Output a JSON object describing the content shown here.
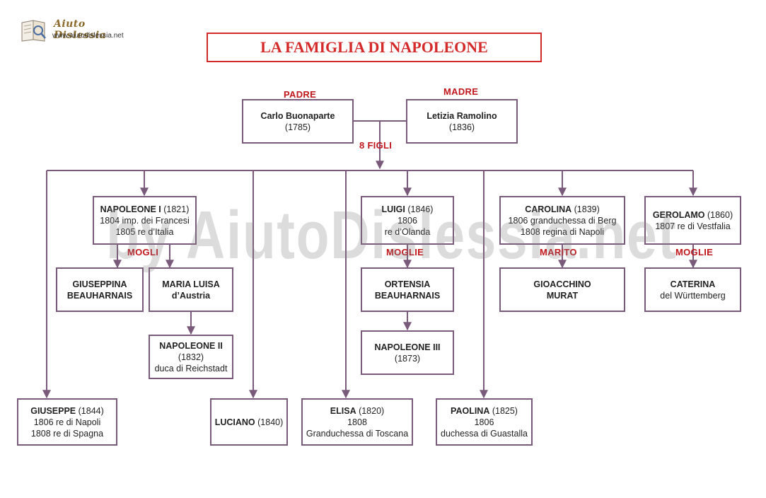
{
  "logo": {
    "name": "Aiuto Dislessia",
    "url": "www.aiutodislessia.net"
  },
  "title": "LA FAMIGLIA DI NAPOLEONE",
  "watermark": "by AiutoDislessia.net",
  "relations": {
    "padre": "PADRE",
    "madre": "MADRE",
    "figli": "8 FIGLI",
    "mogli": "MOGLI",
    "moglie_luigi": "MOGLIE",
    "marito": "MARITO",
    "moglie_gerolamo": "MOGLIE"
  },
  "people": {
    "carlo": {
      "name": "Carlo Buonaparte",
      "year": "(1785)"
    },
    "letizia": {
      "name": "Letizia Ramolino",
      "year": "(1836)"
    },
    "napoleone": {
      "name": "NAPOLEONE I",
      "year": " (1821)",
      "l1": "1804 imp. dei Francesi",
      "l2": "1805 re d’Italia"
    },
    "luigi": {
      "name": "LUIGI",
      "year": " (1846)",
      "l1": "1806",
      "l2": "re d’Olanda"
    },
    "carolina": {
      "name": "CAROLINA",
      "year": " (1839)",
      "l1": "1806 granduchessa di Berg",
      "l2": "1808 regina di Napoli"
    },
    "gerolamo": {
      "name": "GEROLAMO",
      "year": " (1860)",
      "l1": "1807 re di Vestfalia"
    },
    "giuseppina": {
      "l1": "GIUSEPPINA",
      "l2": "BEAUHARNAIS"
    },
    "marialuisa": {
      "l1": "MARIA LUISA",
      "l2": "d’Austria"
    },
    "ortensia": {
      "l1": "ORTENSIA",
      "l2": "BEAUHARNAIS"
    },
    "gioacchino": {
      "l1": "GIOACCHINO",
      "l2": "MURAT"
    },
    "caterina": {
      "l1": "CATERINA",
      "l2": "del Württemberg"
    },
    "napoleone2": {
      "name": "NAPOLEONE II",
      "year": "(1832)",
      "l1": "duca di Reichstadt"
    },
    "napoleone3": {
      "name": "NAPOLEONE III",
      "year": "(1873)"
    },
    "giuseppe": {
      "name": "GIUSEPPE",
      "year": " (1844)",
      "l1": "1806 re di Napoli",
      "l2": "1808 re di Spagna"
    },
    "luciano": {
      "name": "LUCIANO",
      "year": " (1840)"
    },
    "elisa": {
      "name": "ELISA",
      "year": " (1820)",
      "l1": "1808",
      "l2": "Granduchessa di Toscana"
    },
    "paolina": {
      "name": "PAOLINA",
      "year": " (1825)",
      "l1": "1806",
      "l2": "duchessa di Guastalla"
    }
  },
  "colors": {
    "connector": "#7a5a7a",
    "relation": "#c0161c",
    "title": "#d42a2a"
  }
}
